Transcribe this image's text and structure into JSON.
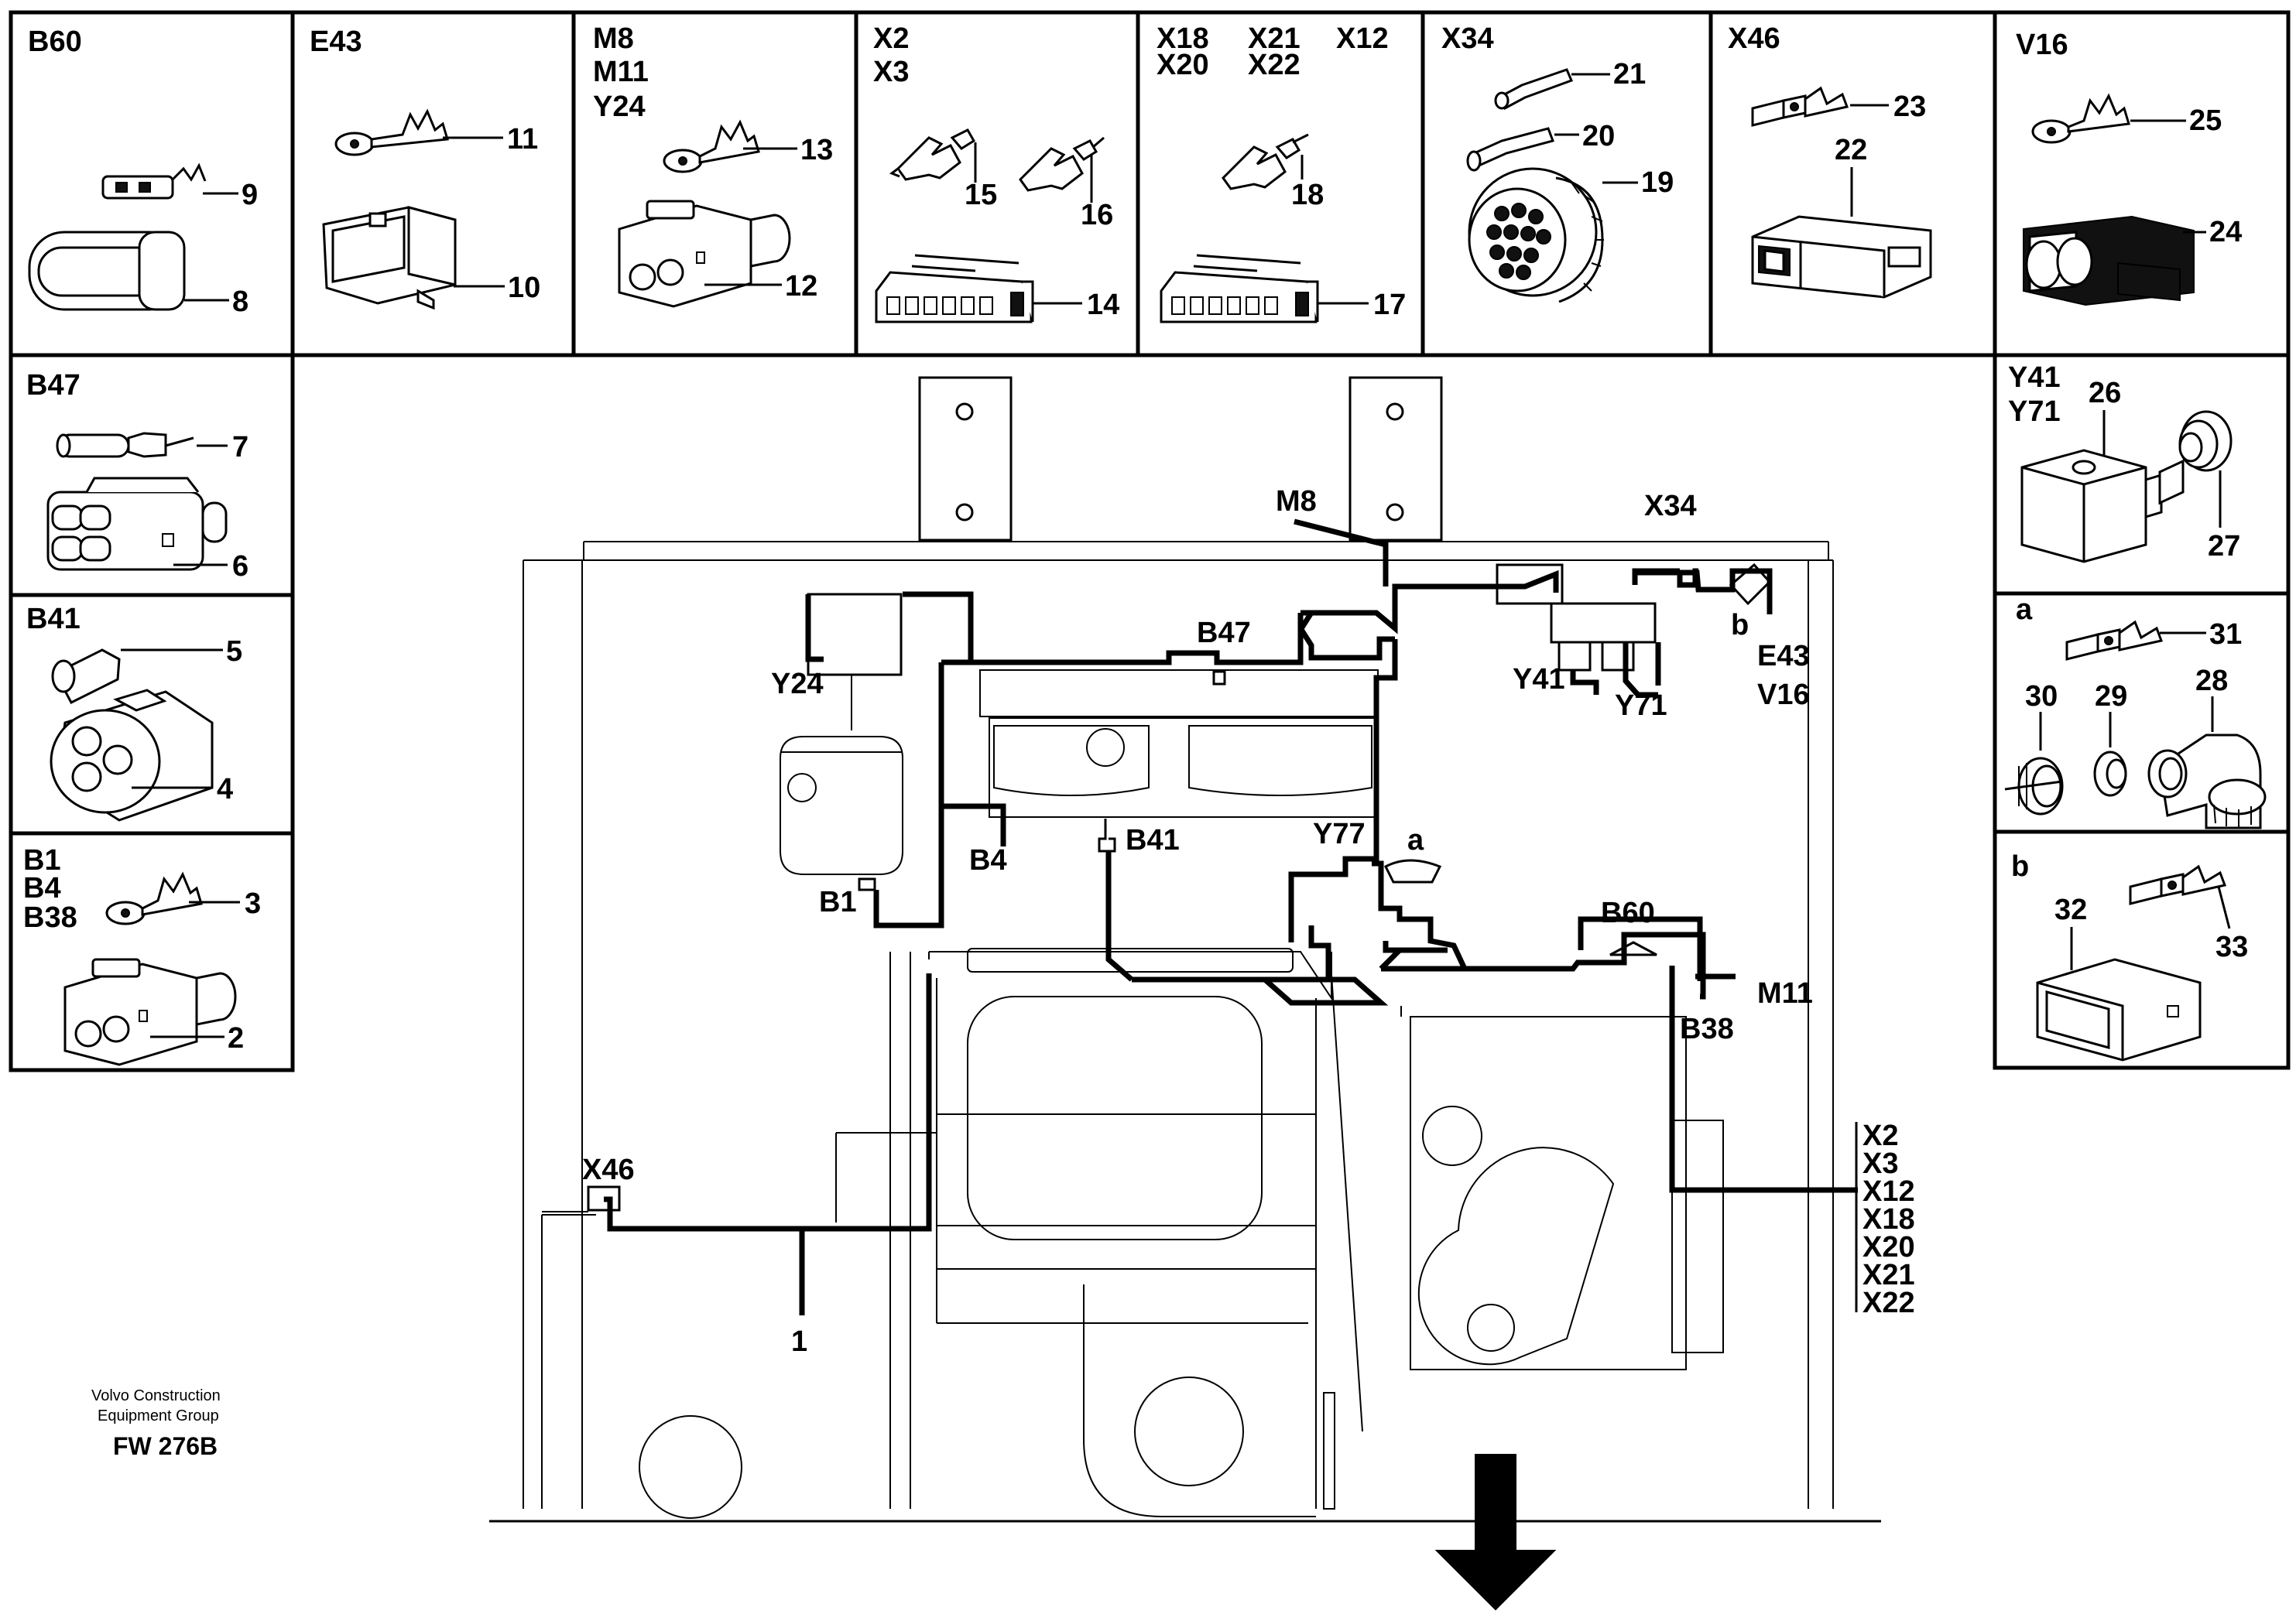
{
  "panels": {
    "p_b60": {
      "title": [
        "B60"
      ],
      "labels": [
        "9",
        "8"
      ]
    },
    "p_e43": {
      "title": [
        "E43"
      ],
      "labels": [
        "11",
        "10"
      ]
    },
    "p_m8": {
      "title": [
        "M8",
        "M11",
        "Y24"
      ],
      "labels": [
        "13",
        "12"
      ]
    },
    "p_x2": {
      "title": [
        "X2",
        "X3"
      ],
      "labels": [
        "15",
        "16",
        "14"
      ]
    },
    "p_x18": {
      "title": [
        "X18",
        "X21",
        "X12",
        "X20",
        "X22"
      ],
      "labels": [
        "18",
        "17"
      ]
    },
    "p_x34": {
      "title": [
        "X34"
      ],
      "labels": [
        "21",
        "20",
        "19"
      ]
    },
    "p_x46": {
      "title": [
        "X46"
      ],
      "labels": [
        "23",
        "22"
      ]
    },
    "p_v16": {
      "title": [
        "V16"
      ],
      "labels": [
        "25",
        "24"
      ]
    },
    "p_b47": {
      "title": [
        "B47"
      ],
      "labels": [
        "7",
        "6"
      ]
    },
    "p_b41": {
      "title": [
        "B41"
      ],
      "labels": [
        "5",
        "4"
      ]
    },
    "p_b1": {
      "title": [
        "B1",
        "B4",
        "B38"
      ],
      "labels": [
        "3",
        "2"
      ]
    },
    "p_y41": {
      "title": [
        "Y41",
        "Y71"
      ],
      "labels": [
        "26",
        "27"
      ]
    },
    "p_a": {
      "title": [
        "a"
      ],
      "labels": [
        "31",
        "30",
        "29",
        "28"
      ]
    },
    "p_b": {
      "title": [
        "b"
      ],
      "labels": [
        "32",
        "33"
      ]
    }
  },
  "main_labels": {
    "m8": "M8",
    "x34": "X34",
    "b47": "B47",
    "y24": "Y24",
    "b": "b",
    "e43": "E43",
    "v16": "V16",
    "y41": "Y41",
    "y71": "Y71",
    "b4": "B4",
    "b41": "B41",
    "b1": "B1",
    "y77": "Y77",
    "a": "a",
    "b60": "B60",
    "m11": "M11",
    "b38": "B38",
    "x46": "X46",
    "harness": "1"
  },
  "x_list": [
    "X2",
    "X3",
    "X12",
    "X18",
    "X20",
    "X21",
    "X22"
  ],
  "footer": {
    "company_line1": "Volvo Construction",
    "company_line2": "Equipment Group",
    "code": "FW 276B"
  }
}
